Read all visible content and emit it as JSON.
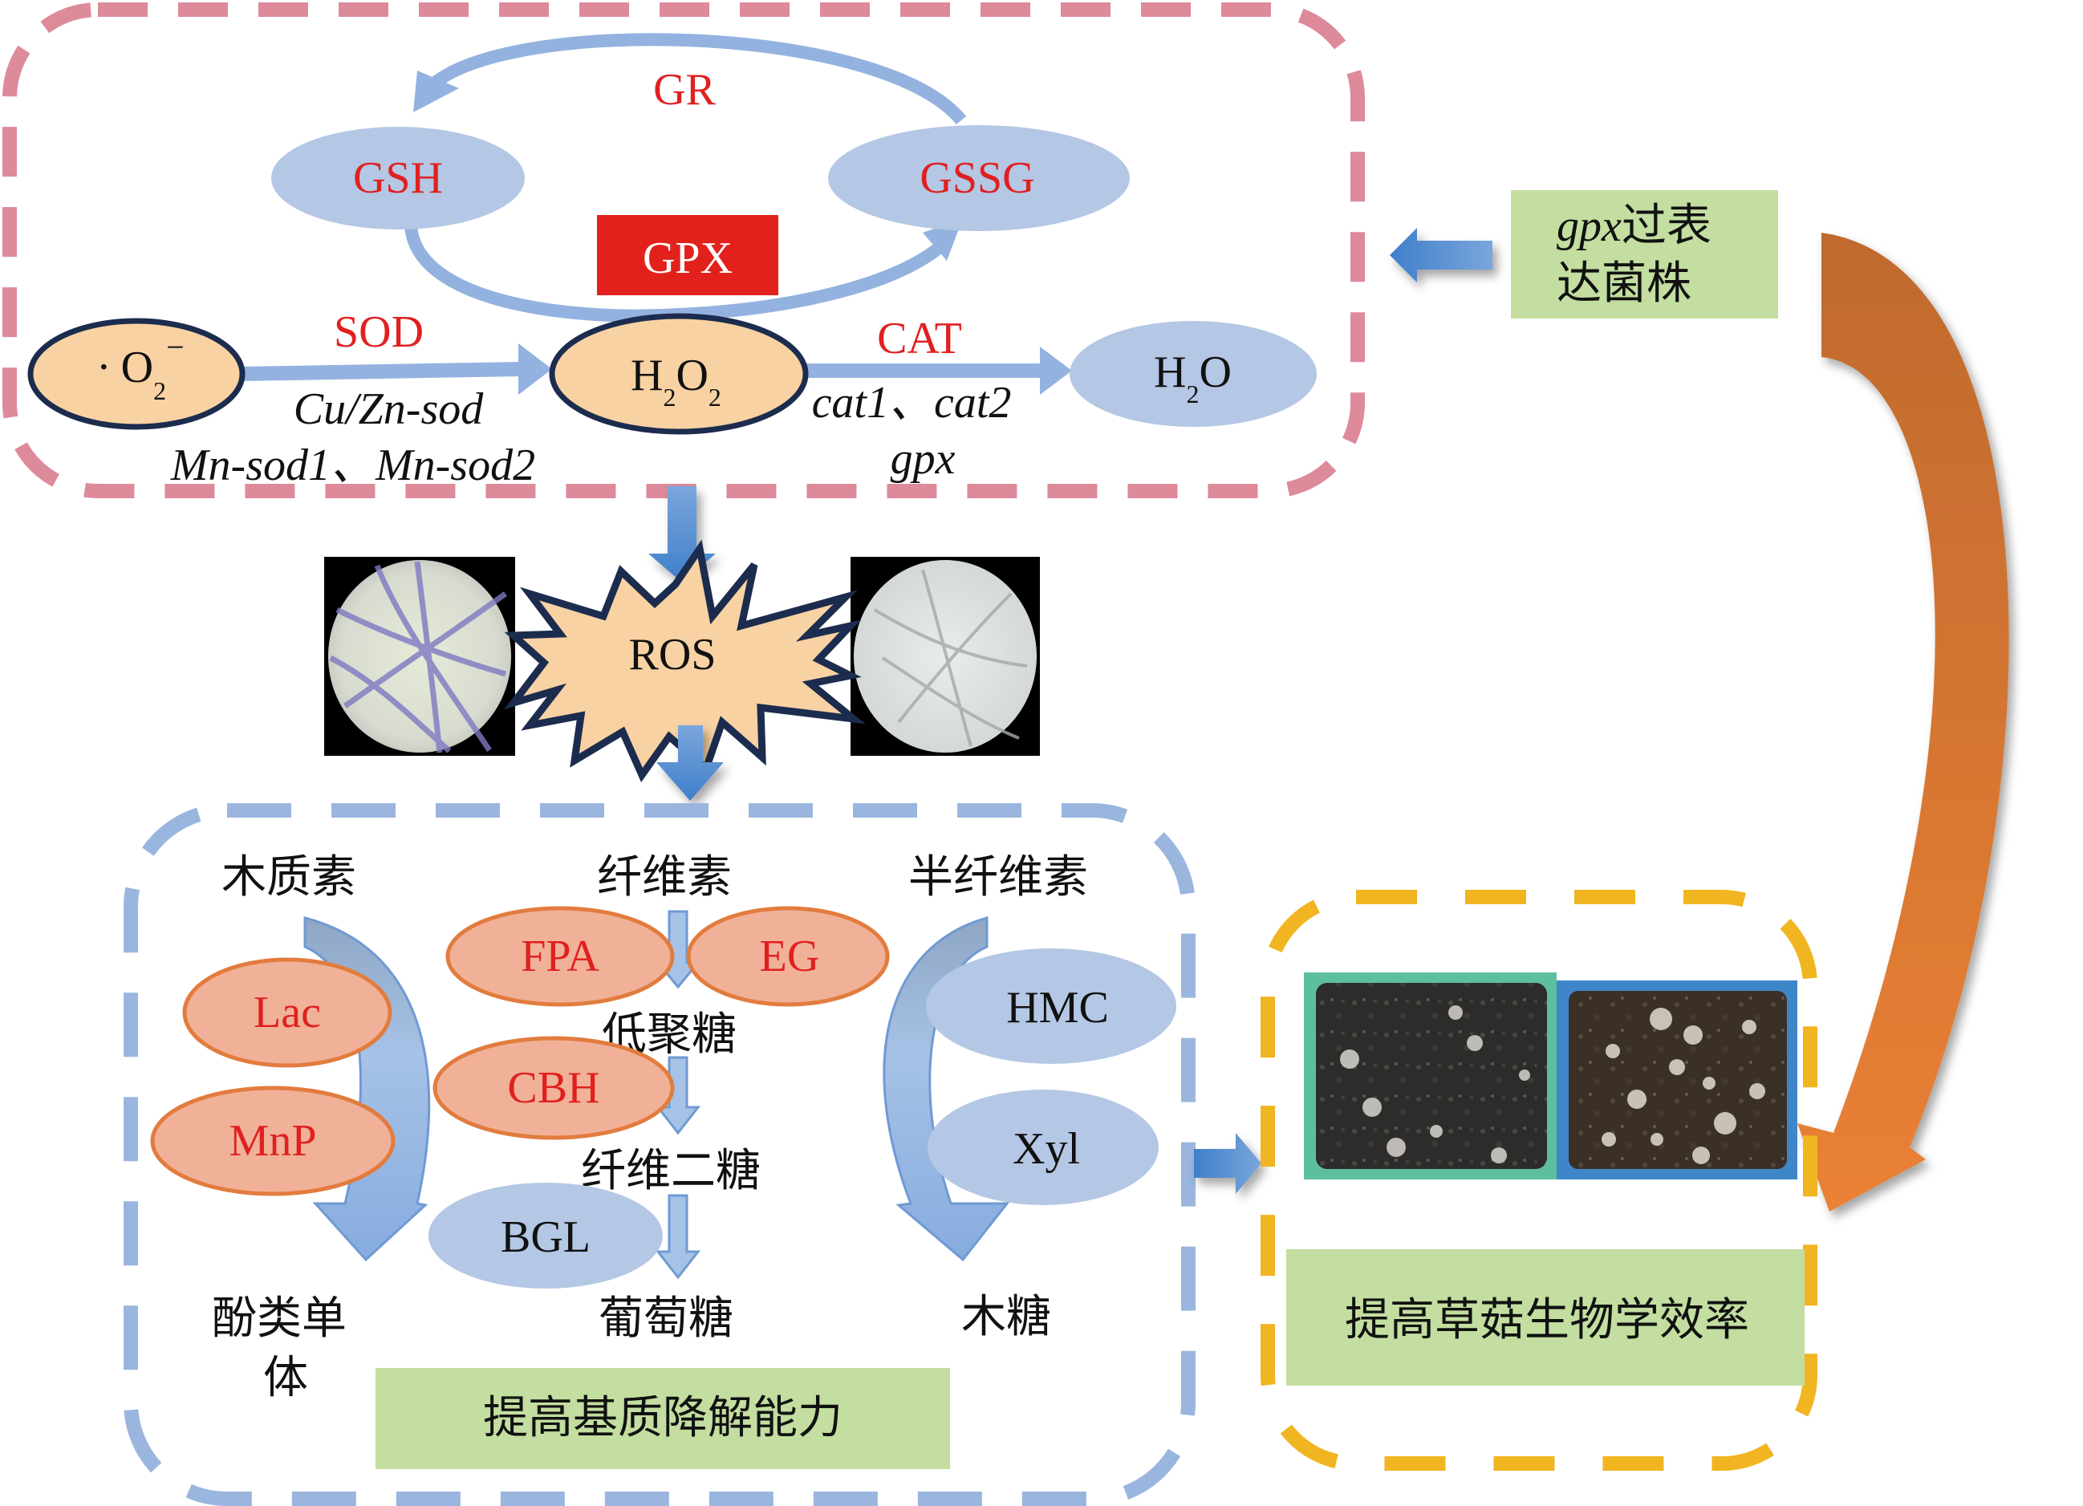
{
  "colors": {
    "pink_dash": "#dd8a9b",
    "blue_dash": "#9ab6df",
    "yellow_dash": "#f0b520",
    "light_blue_fill": "#b4c7e4",
    "peach_fill": "#f8d2a3",
    "salmon_fill": "#f0b198",
    "salmon_stroke": "#e27c3e",
    "navy_stroke": "#1c2c4e",
    "green_box": "#c3dea0",
    "gpx_red": "#e3211c",
    "enzyme_red": "#e02020",
    "arrow_blue": "#4a8ad0",
    "orange_arrow_top": "#bf6a2e",
    "orange_arrow_bottom": "#ea8135"
  },
  "antioxidant_cycle": {
    "gr_label": "GR",
    "gsh_label": "GSH",
    "gssg_label": "GSSG",
    "gpx_label": "GPX"
  },
  "ros_pathway": {
    "superoxide": {
      "dot": "·",
      "base": "O",
      "sub": "2",
      "sup": "−"
    },
    "sod_label": "SOD",
    "sod_genes_line1": "Cu/Zn-sod",
    "sod_genes_line2": "Mn-sod1、Mn-sod2",
    "h2o2": {
      "h": "H",
      "h_sub": "2",
      "o": "O",
      "o_sub": "2"
    },
    "cat_label": "CAT",
    "cat_genes_line1": "cat1、cat2",
    "cat_genes_line2": "gpx",
    "water": {
      "h": "H",
      "h_sub": "2",
      "o": "O"
    }
  },
  "strain_box": {
    "line1_italic": "gpx",
    "line1_rest": "过表",
    "line2": "达菌株"
  },
  "ros_center": {
    "label": "ROS"
  },
  "degradation": {
    "lignin": "木质素",
    "cellulose": "纤维素",
    "hemicellulose": "半纤维素",
    "oligosaccharide": "低聚糖",
    "cellobiose": "纤维二糖",
    "glucose": "葡萄糖",
    "phenolic_line1": "酚类单",
    "phenolic_line2": "体",
    "xylose": "木糖",
    "enzymes": {
      "lac": "Lac",
      "mnp": "MnP",
      "fpa": "FPA",
      "eg": "EG",
      "cbh": "CBH",
      "bgl": "BGL",
      "hmc": "HMC",
      "xyl": "Xyl"
    },
    "result_label": "提高基质降解能力"
  },
  "efficiency": {
    "result_label": "提高草菇生物学效率"
  }
}
